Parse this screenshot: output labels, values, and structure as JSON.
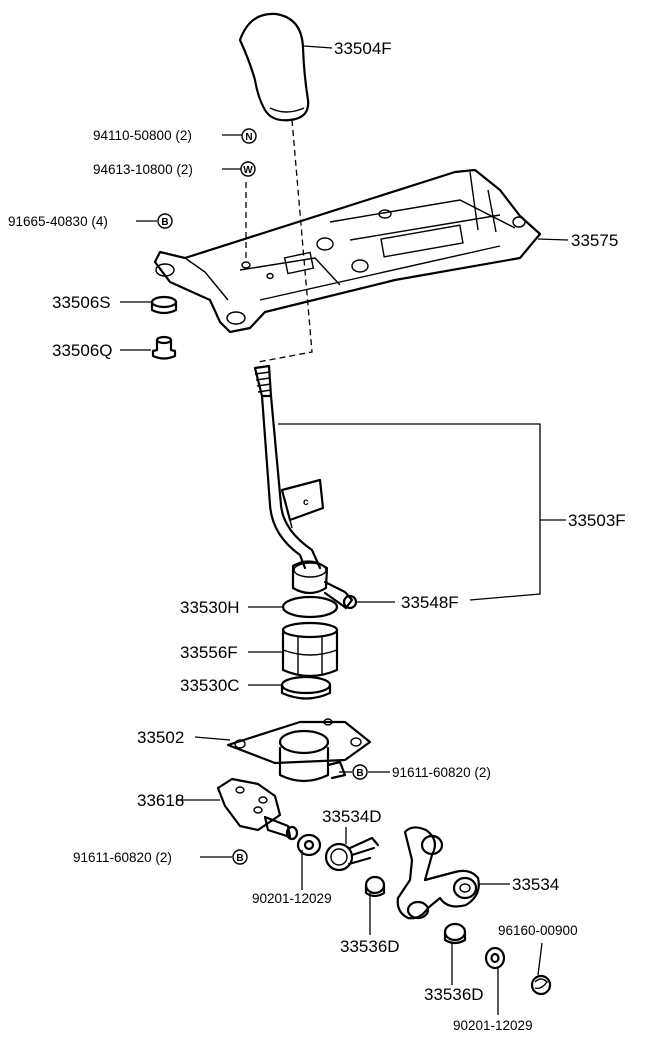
{
  "parts": {
    "knob": "33504F",
    "bolt_n": "94110-50800 (2)",
    "washer_w": "94613-10800 (2)",
    "screw_b_top": "91665-40830 (4)",
    "plate": "33575",
    "bushing_s": "33506S",
    "bushing_q": "33506Q",
    "lever": "33503F",
    "ring_h": "33530H",
    "bolt_f": "33548F",
    "seat": "33556F",
    "ring_c": "33530C",
    "retainer": "33502",
    "bolt_b_right": "91611-60820 (2)",
    "bracket": "33618",
    "bolt_b_left": "91611-60820 (2)",
    "washer_left": "90201-12029",
    "spring": "33534D",
    "link": "33534",
    "bush_d_left": "33536D",
    "clip": "96160-00900",
    "bush_d_right": "33536D",
    "washer_right": "90201-12029"
  },
  "markers": {
    "n": "N",
    "w": "W",
    "b": "B"
  }
}
